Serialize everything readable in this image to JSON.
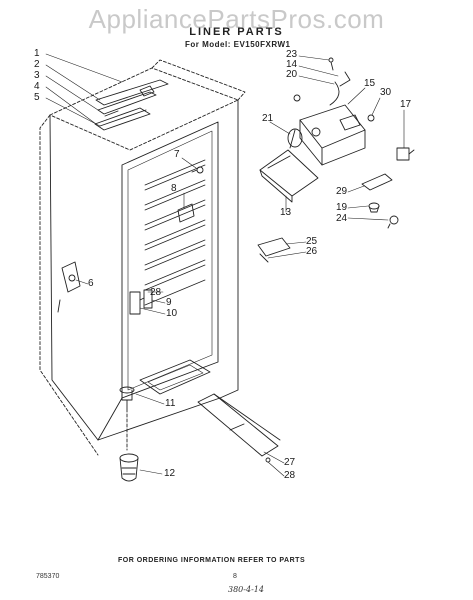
{
  "watermark": "AppliancePartsPros.com",
  "header": {
    "title": "LINER PARTS",
    "model_line": "For Model: EV150FXRW1"
  },
  "callouts": {
    "c1": "1",
    "c2": "2",
    "c3": "3",
    "c4": "4",
    "c5": "5",
    "c6": "6",
    "c7": "7",
    "c8": "8",
    "c9": "9",
    "c10": "10",
    "c11": "11",
    "c12": "12",
    "c13": "13",
    "c14": "14",
    "c15": "15",
    "c17": "17",
    "c19": "19",
    "c20": "20",
    "c21": "21",
    "c23": "23",
    "c24": "24",
    "c25": "25",
    "c26": "26",
    "c27": "27",
    "c28a": "28",
    "c28b": "28",
    "c29": "29",
    "c30": "30"
  },
  "footer": {
    "ordering_note": "FOR ORDERING INFORMATION REFER TO PARTS",
    "doc_code": "785370",
    "page_number": "8",
    "handwritten_code": "380-4-14"
  }
}
